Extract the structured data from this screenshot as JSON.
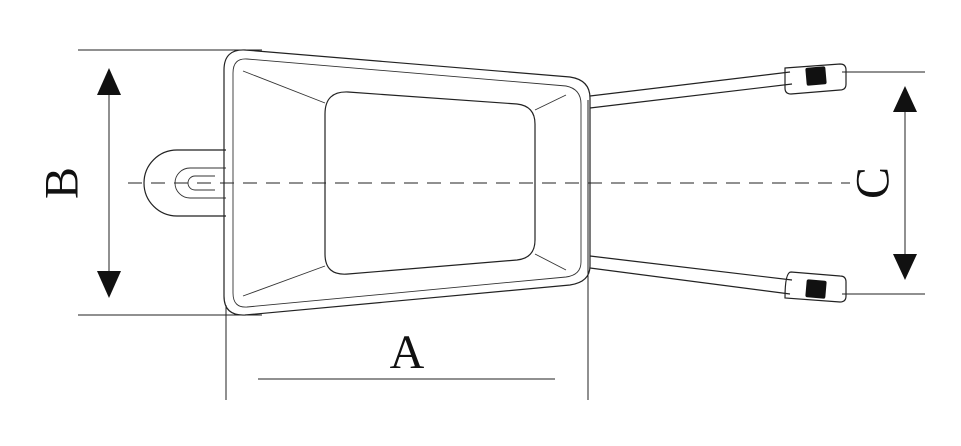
{
  "labels": {
    "a": "A",
    "b": "B",
    "c": "C"
  },
  "colors": {
    "line": "#222222",
    "grip": "#111111",
    "background": "#ffffff"
  }
}
